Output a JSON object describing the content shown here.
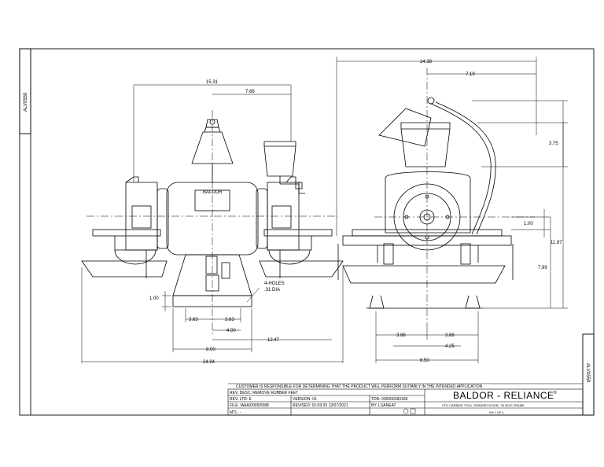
{
  "side_tag_left": "ALV0559",
  "side_tag_right": "ALV0559",
  "front_view": {
    "dims": {
      "overall_width_top": "15.31",
      "half_width_top": "7.66",
      "base_half_left": "3.63",
      "base_half_right": "3.63",
      "center_to_hole": "4.00",
      "base_width": "8.00",
      "center_to_tray": "12.47",
      "overall_width": "24.94",
      "foot_height": "1.00"
    },
    "motor_label": "BALDOR",
    "holes_note_line1": "4-HOLES",
    "holes_note_line2": ".31 DIA"
  },
  "side_view": {
    "dims": {
      "overall_depth": "14.38",
      "half_depth": "7.19",
      "shield_height": "3.75",
      "rest_height": "1.00",
      "overall_height": "11.87",
      "shaft_height": "7.99",
      "foot_left": "3.88",
      "foot_right": "3.88",
      "hole_spacing": "4.25",
      "base_depth": "8.50"
    }
  },
  "title_block": {
    "disclaimer": "CUSTOMER IS RESPONSIBLE FOR DETERMINING THAT THE PRODUCT WILL PERFORM SUITABLY IN THE INTENDED APPLICATION",
    "rev_desc": "REV. DESC: REMOVE RUBBER FEET",
    "rev_ltr": "REV. LTR:  E",
    "version": "VERSION: 01",
    "tdr": "TDR: 000000183183",
    "file": "FILE: \\AAA\\00050\\588",
    "revised": "REVISED: 01:03:29 12/07/2021",
    "by": "BY:  LSANEAT",
    "mtl": "MTL: -",
    "company": "BALDOR - RELIANCE",
    "registered": "®",
    "description": "STD CARBIDE TOOL GRINDER MODEL 35 524C FRAME",
    "sheet": "SH 1 OF 1"
  }
}
